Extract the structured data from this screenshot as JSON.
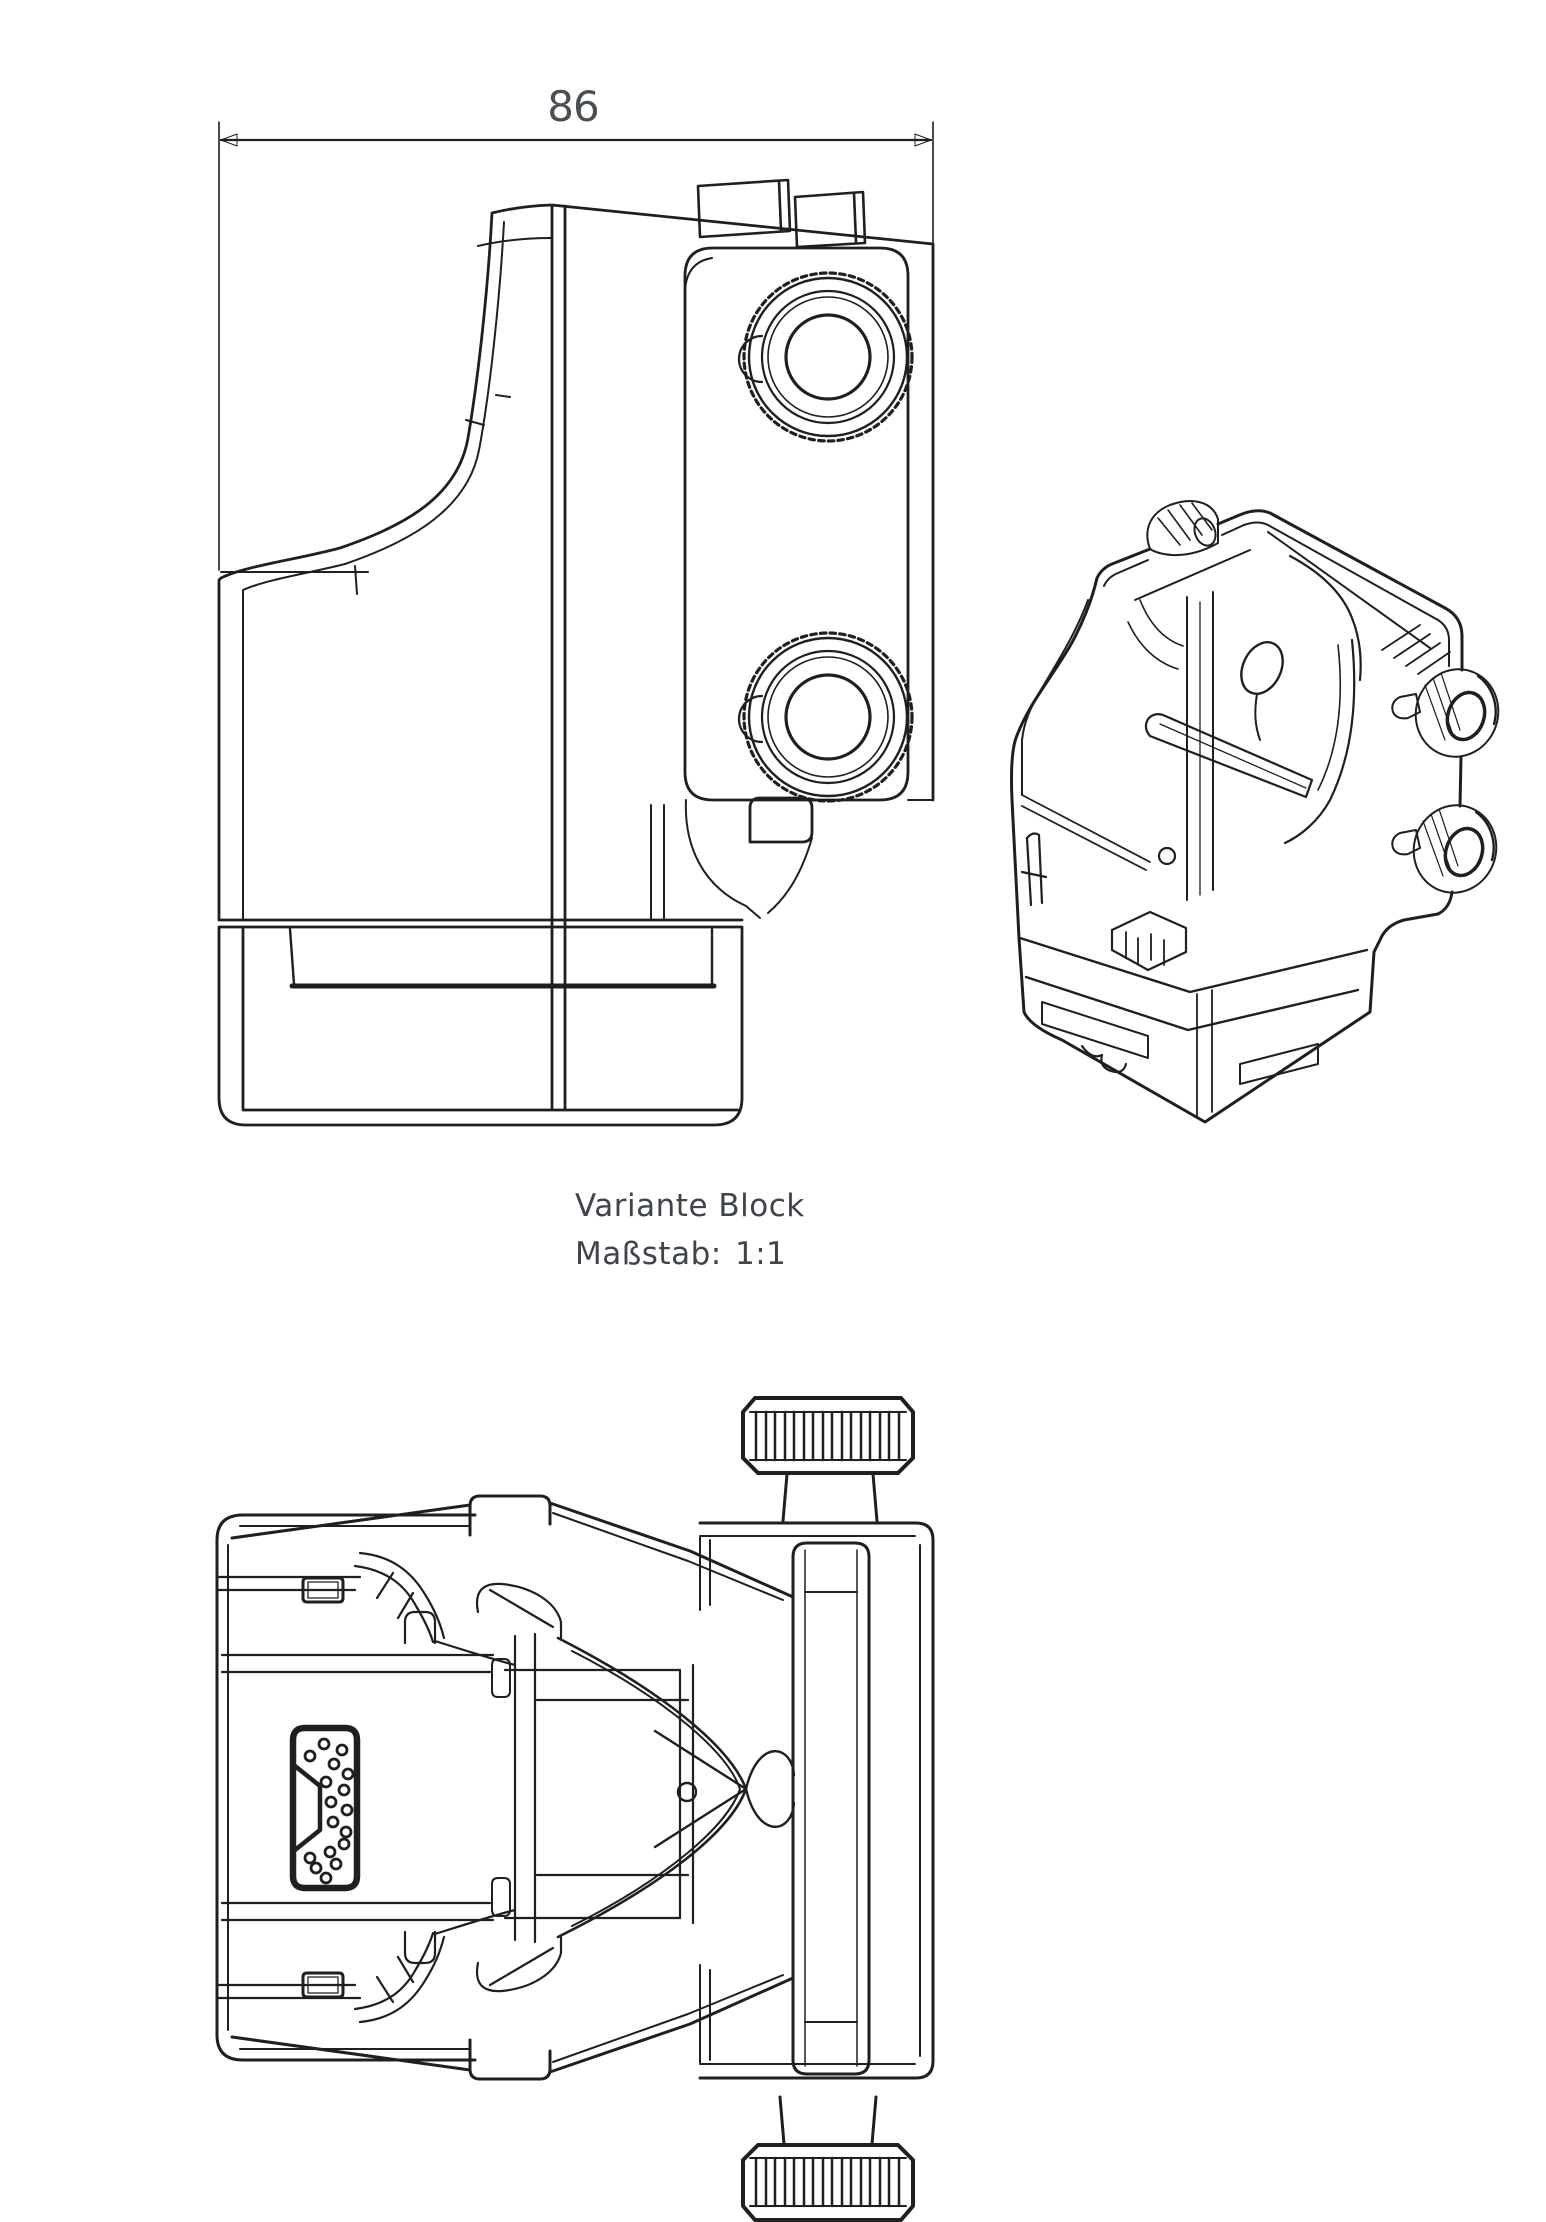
{
  "drawing": {
    "background_color": "#ffffff",
    "line_color": "#1f1f1f",
    "dimension_line_color": "#7a7a7a",
    "knob_fill_color": "#1c1c1c",
    "text_color": "#3f444b",
    "dimension": {
      "value": "86"
    },
    "note": {
      "line1": "Variante Block",
      "line2_label": "Maßstab:",
      "line2_value": "1:1"
    }
  }
}
